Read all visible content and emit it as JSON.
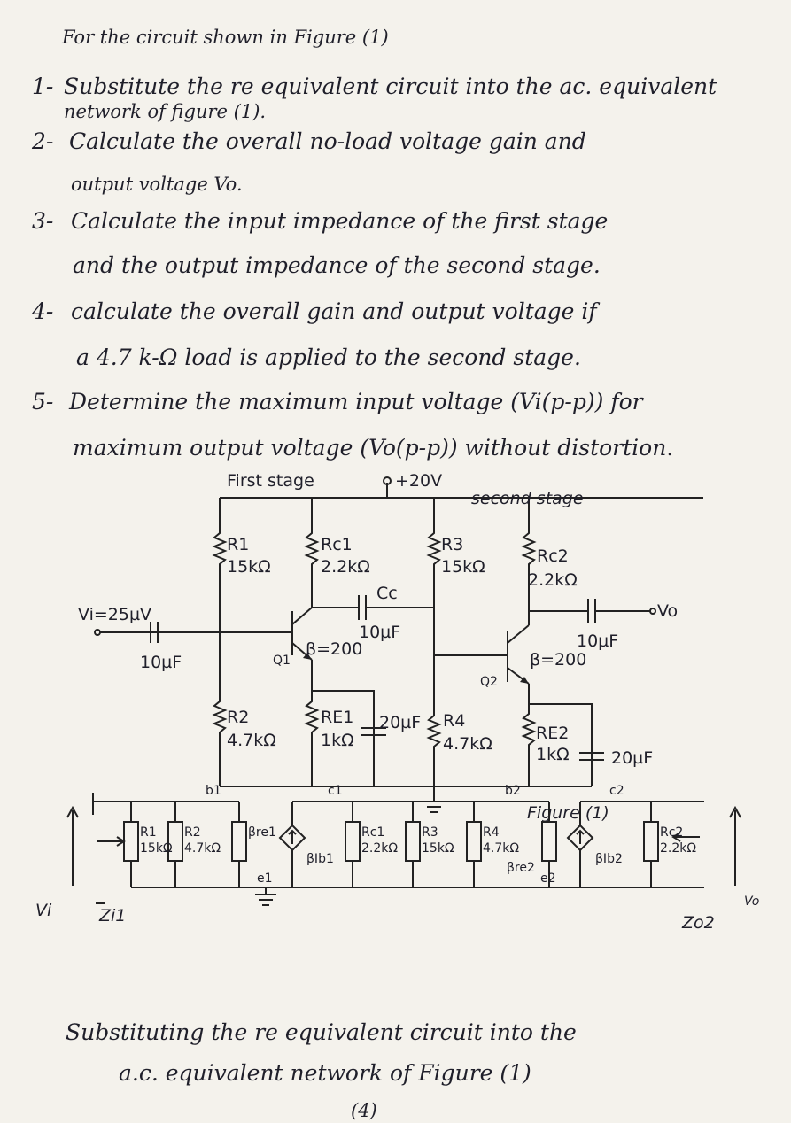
{
  "header": "For the circuit shown in Figure (1)",
  "items": [
    {
      "num": "1-",
      "lines": [
        "Substitute the re equivalent circuit into the ac. equivalent",
        "network of figure (1)."
      ]
    },
    {
      "num": "2-",
      "lines": [
        "Calculate the overall no-load voltage gain and",
        "output voltage Vo."
      ]
    },
    {
      "num": "3-",
      "lines": [
        "Calculate the input impedance of the first stage",
        "and the output impedance of the second stage."
      ]
    },
    {
      "num": "4-",
      "lines": [
        "calculate the overall gain and output voltage if",
        "a 4.7 k-Ω load is applied to the second stage."
      ]
    },
    {
      "num": "5-",
      "lines": [
        "Determine the maximum input voltage (Vi(p-p)) for",
        "maximum output voltage (Vo(p-p)) without distortion."
      ]
    }
  ],
  "circuit": {
    "first_stage": "First stage",
    "second_stage": "second stage",
    "vcc": "+20V",
    "vi": "Vi=25µV",
    "vo": "Vo",
    "cin": "10µF",
    "cc": "Cc",
    "cc_val": "10µF",
    "cout": "10µF",
    "beta1": "β=200",
    "beta2": "β=200",
    "q1": "Q1",
    "q2": "Q2",
    "r1": "R1",
    "r1v": "15kΩ",
    "rc1": "Rc1",
    "rc1v": "2.2kΩ",
    "r3": "R3",
    "r3v": "15kΩ",
    "rc2": "Rc2",
    "rc2v": "2.2kΩ",
    "r2": "R2",
    "r2v": "4.7kΩ",
    "re1": "RE1",
    "re1v": "1kΩ",
    "ce1": "20µF",
    "r4": "R4",
    "r4v": "4.7kΩ",
    "re2": "RE2",
    "re2v": "1kΩ",
    "ce2": "20µF",
    "caption": "Figure (1)"
  },
  "equiv": {
    "b1": "b1",
    "c1": "c1",
    "b2": "b2",
    "c2": "c2",
    "vi": "Vi",
    "vo": "Vo",
    "r1": "R1",
    "r1v": "15kΩ",
    "r2": "R2",
    "r2v": "4.7kΩ",
    "bre1": "βre1",
    "bib1": "βIb1",
    "rc1": "Rc1",
    "rc1v": "2.2kΩ",
    "r3": "R3",
    "r3v": "15kΩ",
    "r4": "R4",
    "r4v": "4.7kΩ",
    "bre2": "βre2",
    "bib2": "βIb2",
    "rc2": "Rc2",
    "rc2v": "2.2kΩ",
    "e1": "e1",
    "e2": "e2",
    "zi1": "Zi1",
    "zo2": "Zo2"
  },
  "footer": [
    "Substituting the re equivalent circuit into the",
    "a.c. equivalent network of Figure (1)"
  ],
  "page_marker": "(4)"
}
